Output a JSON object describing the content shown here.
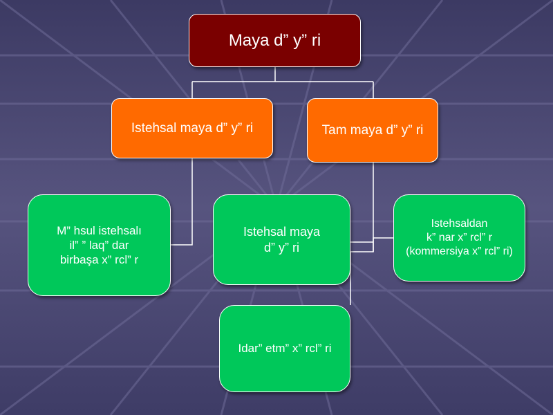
{
  "diagram": {
    "root": "Maya d” y” ri",
    "level2_left": "Istehsal maya d” y” ri",
    "level2_right": "Tam maya d” y” ri",
    "green_left": "M” hsul istehsalı\nil”  ” laq” dar\nbirbaşa x” rcl” r",
    "green_center": "Istehsal maya\nd” y” ri",
    "green_right": "Istehsaldan\nk” nar x” rcl” r\n(kommersiya x” rcl” ri)",
    "green_bottom": "Idar” etm”  x” rcl” ri"
  },
  "colors": {
    "background": "#4a4873",
    "root_fill": "#7a0000",
    "orange_fill": "#ff6a00",
    "green_fill": "#00c85a",
    "connector": "#ffffff"
  }
}
